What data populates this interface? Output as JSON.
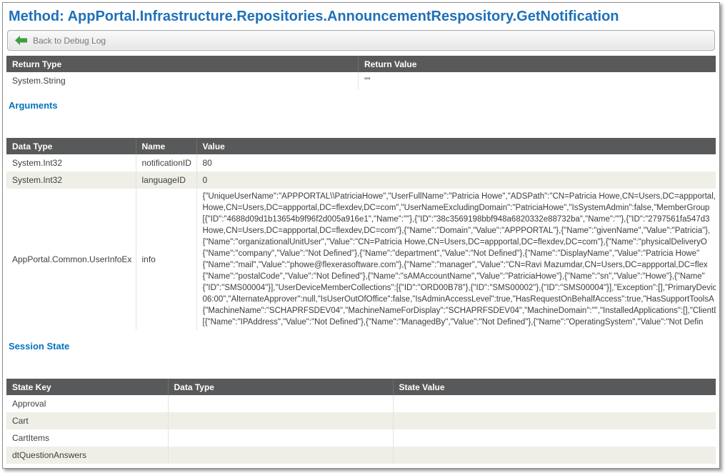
{
  "page": {
    "title": "Method: AppPortal.Infrastructure.Repositories.AnnouncementRespository.GetNotification"
  },
  "toolbar": {
    "back_label": "Back to Debug Log"
  },
  "colors": {
    "title_blue": "#1f70b8",
    "section_blue": "#0074bd",
    "header_gray": "#58595b",
    "alt_row": "#efefe7",
    "back_arrow_green": "#3e9e3c"
  },
  "icons": {
    "back_arrow": "back-arrow-icon"
  },
  "sections": {
    "arguments": "Arguments",
    "session_state": "Session State"
  },
  "return_table": {
    "headers": [
      "Return Type",
      "Return Value"
    ],
    "rows": [
      {
        "type": "System.String",
        "value": "\"\""
      }
    ]
  },
  "arguments_table": {
    "headers": [
      "Data Type",
      "Name",
      "Value"
    ],
    "rows": [
      {
        "data_type": "System.Int32",
        "name": "notificationID",
        "value": "80"
      },
      {
        "data_type": "System.Int32",
        "name": "languageID",
        "value": "0"
      },
      {
        "data_type": "AppPortal.Common.UserInfoEx",
        "name": "info",
        "value": "{\"UniqueUserName\":\"APPPORTAL\\\\PatriciaHowe\",\"UserFullName\":\"Patricia Howe\",\"ADSPath\":\"CN=Patricia Howe,CN=Users,DC=appportal,\nHowe,CN=Users,DC=appportal,DC=flexdev,DC=com\",\"UserNameExcludingDomain\":\"PatriciaHowe\",\"IsSystemAdmin\":false,\"MemberGroup\n[{\"ID\":\"4688d09d1b13654b9f96f2d005a916e1\",\"Name\":\"\"},{\"ID\":\"38c3569198bbf948a6820332e88732ba\",\"Name\":\"\"},{\"ID\":\"2797561fa547d3\nHowe,CN=Users,DC=appportal,DC=flexdev,DC=com\"},{\"Name\":\"Domain\",\"Value\":\"APPPORTAL\"},{\"Name\":\"givenName\",\"Value\":\"Patricia\"},\n{\"Name\":\"organizationalUnitUser\",\"Value\":\"CN=Patricia Howe,CN=Users,DC=appportal,DC=flexdev,DC=com\"},{\"Name\":\"physicalDeliveryO\n{\"Name\":\"company\",\"Value\":\"Not Defined\"},{\"Name\":\"department\",\"Value\":\"Not Defined\"},{\"Name\":\"DisplayName\",\"Value\":\"Patricia Howe\"\n{\"Name\":\"mail\",\"Value\":\"phowe@flexerasoftware.com\"},{\"Name\":\"manager\",\"Value\":\"CN=Ravi Mazumdar,CN=Users,DC=appportal,DC=flex\n{\"Name\":\"postalCode\",\"Value\":\"Not Defined\"},{\"Name\":\"sAMAccountName\",\"Value\":\"PatriciaHowe\"},{\"Name\":\"sn\",\"Value\":\"Howe\"},{\"Name\"\n{\"ID\":\"SMS00004\"}],\"UserDeviceMemberCollections\":[{\"ID\":\"ORD00B78\"},{\"ID\":\"SMS00002\"},{\"ID\":\"SMS00004\"}],\"Exception\":[],\"PrimaryDevic\n06:00\",\"AlternateApprover\":null,\"IsUserOutOfOffice\":false,\"IsAdminAccessLevel\":true,\"HasRequestOnBehalfAccess\":true,\"HasSupportToolsA\n{\"MachineName\":\"SCHAPRFSDEV04\",\"MachineNameForDisplay\":\"SCHAPRFSDEV04\",\"MachineDomain\":\"\",\"InstalledApplications\":[],\"ClientD\n[{\"Name\":\"IPAddress\",\"Value\":\"Not Defined\"},{\"Name\":\"ManagedBy\",\"Value\":\"Not Defined\"},{\"Name\":\"OperatingSystem\",\"Value\":\"Not Defin"
      }
    ]
  },
  "session_table": {
    "headers": [
      "State Key",
      "Data Type",
      "State Value"
    ],
    "rows": [
      {
        "key": "Approval",
        "data_type": "",
        "value": ""
      },
      {
        "key": "Cart",
        "data_type": "",
        "value": ""
      },
      {
        "key": "CartItems",
        "data_type": "",
        "value": ""
      },
      {
        "key": "dtQuestionAnswers",
        "data_type": "",
        "value": ""
      }
    ]
  }
}
